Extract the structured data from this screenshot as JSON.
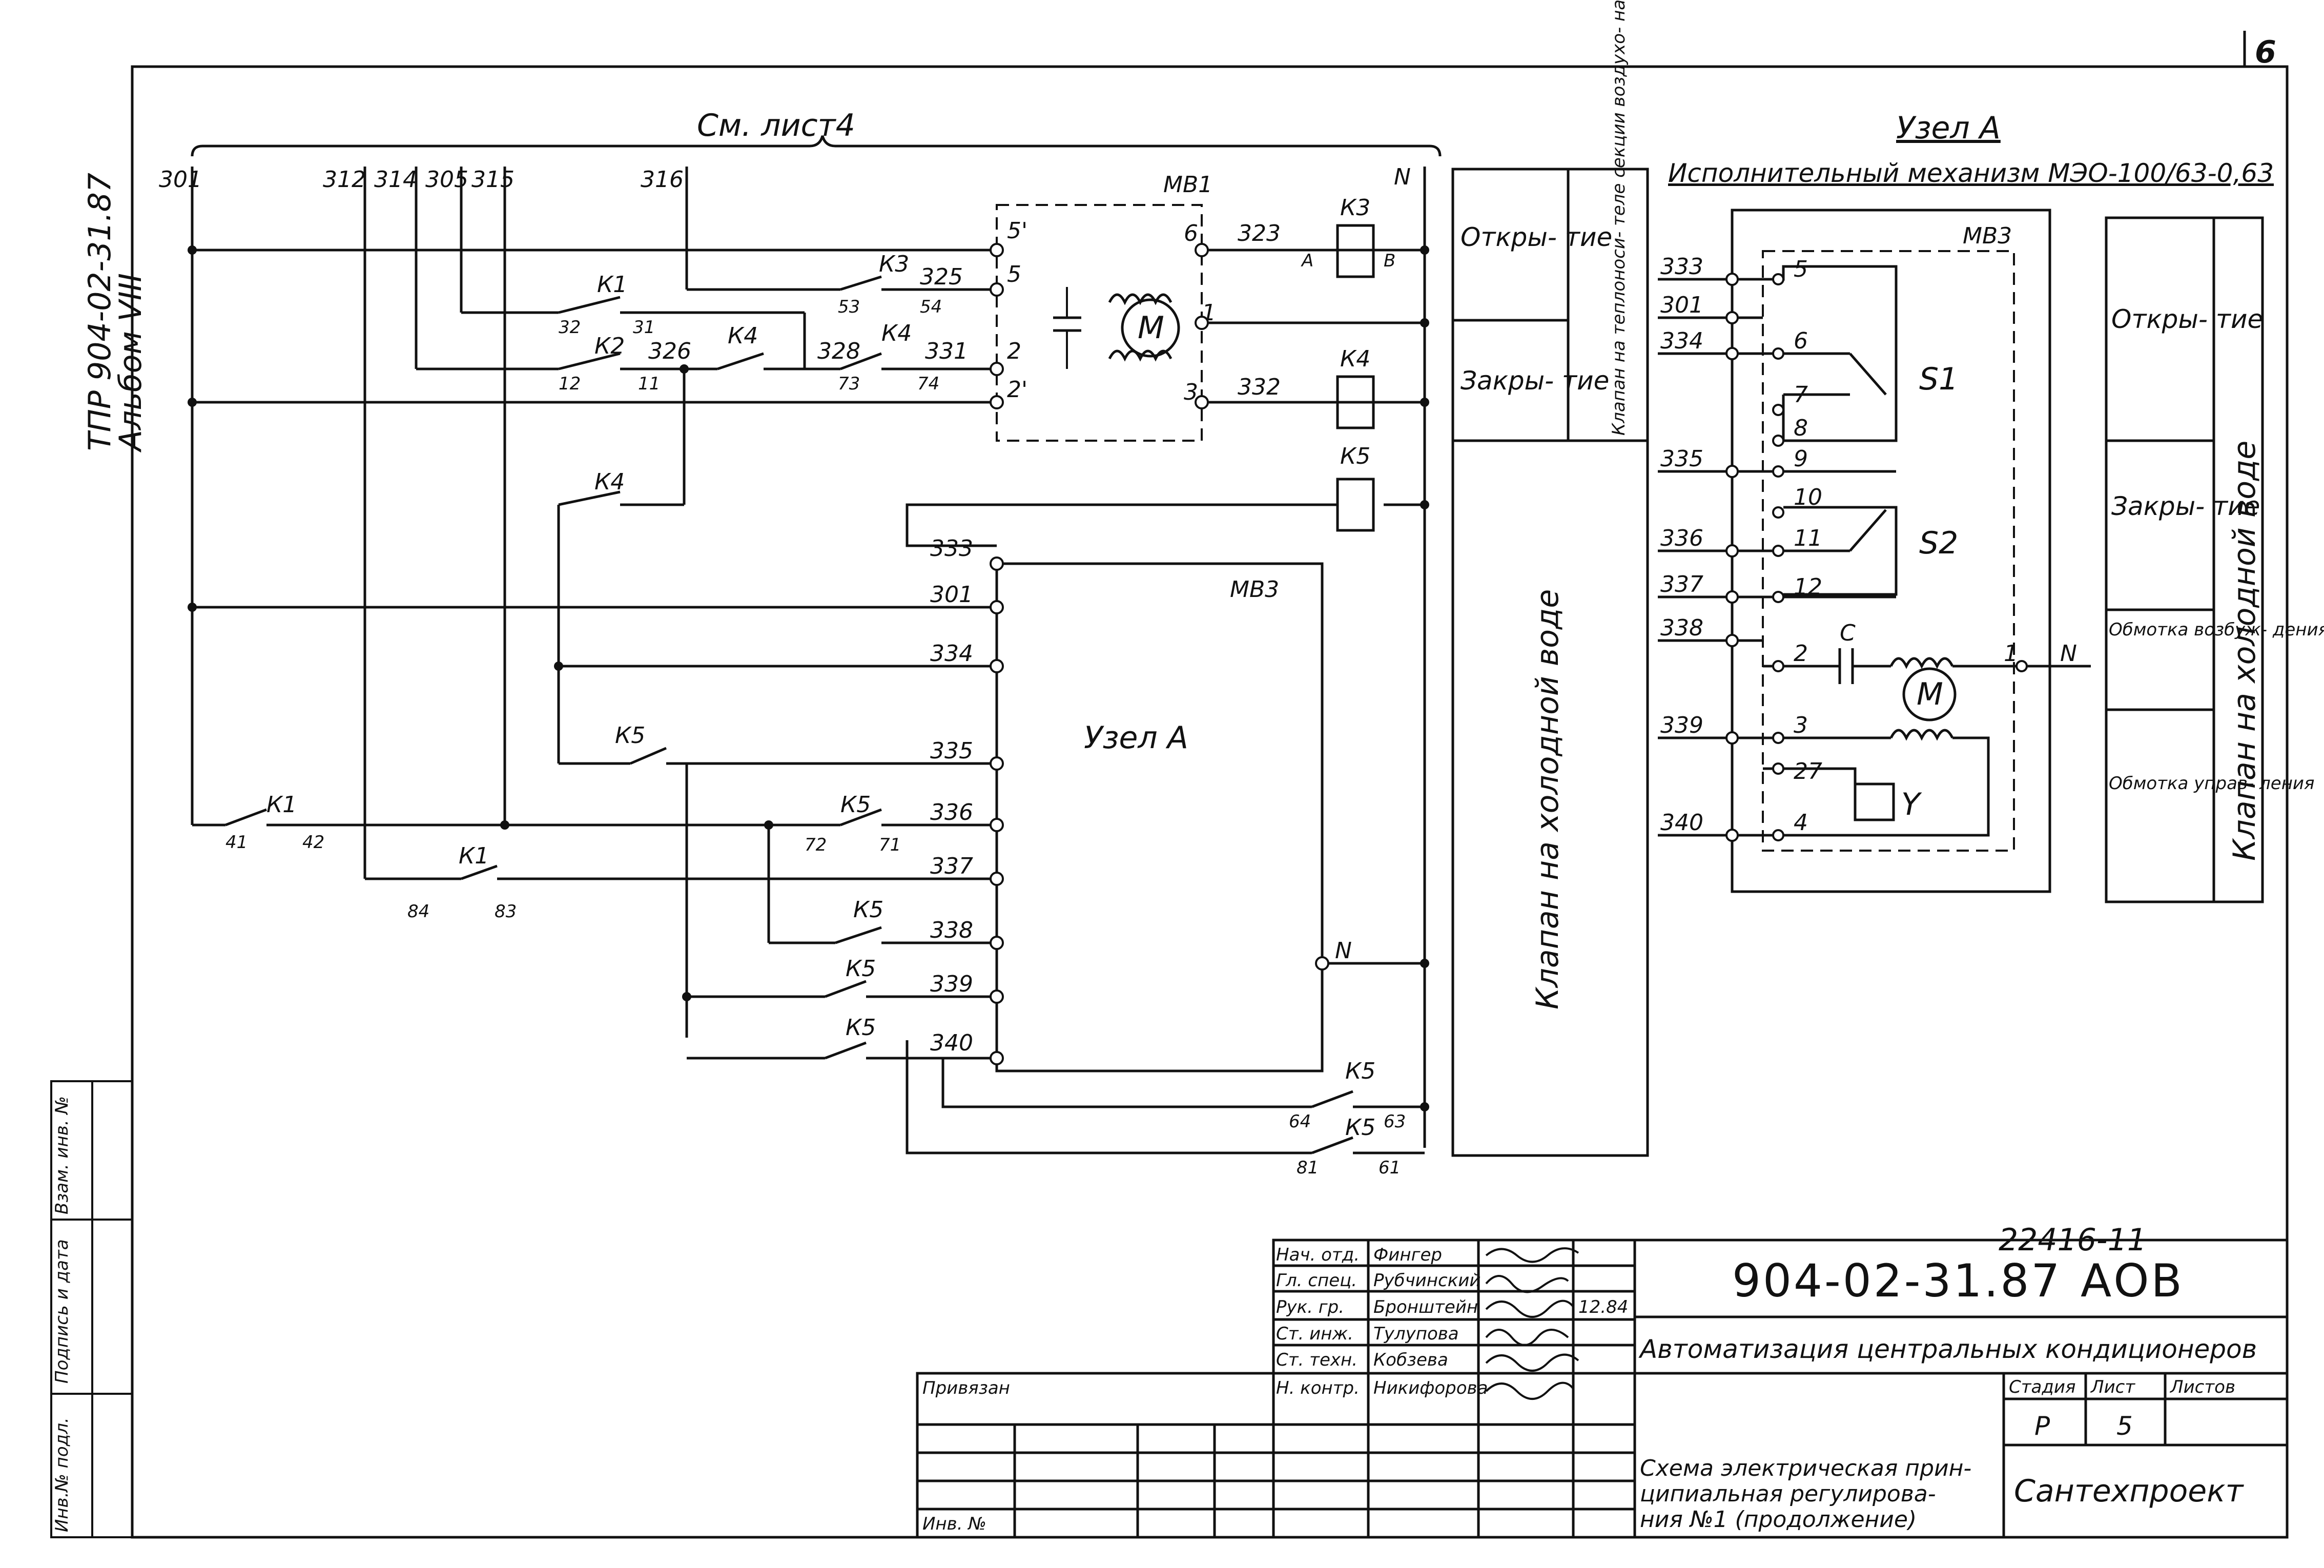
{
  "sheet_number": "6",
  "side_title": {
    "line1": "ТПР 904-02-31.87",
    "line2": "Альбом VIII"
  },
  "left_stamp": [
    "Инв.№ подл.",
    "Подпись и дата",
    "Взам. инв. №"
  ],
  "scheme": {
    "bracket_label": "См. лист4",
    "bus_numbers": [
      "301",
      "312",
      "314",
      "305",
      "315",
      "316",
      "N"
    ],
    "device_mb1": "МВ1",
    "wires_top": [
      "323",
      "325",
      "326",
      "328",
      "331",
      "332"
    ],
    "contacts": [
      "К1",
      "К2",
      "К3",
      "К4",
      "К4",
      "К4",
      "К5",
      "К1",
      "К1",
      "К5",
      "К5",
      "К5",
      "К5",
      "К5",
      "К5"
    ],
    "relays": [
      "К3",
      "К4",
      "К5"
    ],
    "relay_pins": [
      "А",
      "В"
    ],
    "node_wires": [
      "333",
      "301",
      "334",
      "335",
      "336",
      "337",
      "338",
      "339",
      "340"
    ],
    "node_device": "МВ3",
    "node_label": "Узел А",
    "node_N": "N",
    "pin_numbers": [
      "5'",
      "6",
      "5",
      "1",
      "2",
      "2'",
      "3",
      "32",
      "31",
      "12",
      "11",
      "53",
      "54",
      "73",
      "74",
      "41",
      "42",
      "84",
      "83",
      "72",
      "71",
      "64",
      "63",
      "81",
      "61"
    ]
  },
  "middle_table": {
    "rows": [
      "Откры- тие",
      "Закры- тие"
    ],
    "vertical_label_small": "Клапан на теплоноси- теле секции воздухо- нагревателя подогрева",
    "vertical_label_big": "Клапан на холодной воде"
  },
  "node_a": {
    "title": "Узел А",
    "subtitle": "Исполнительный механизм МЭО-100/63-0,63",
    "device": "МВ3",
    "wires": [
      "333",
      "301",
      "334",
      "335",
      "336",
      "337",
      "338",
      "339",
      "340"
    ],
    "pins": [
      "5",
      "6",
      "7",
      "8",
      "9",
      "10",
      "11",
      "12",
      "2",
      "1",
      "3",
      "27",
      "4"
    ],
    "switches": [
      "S1",
      "S2"
    ],
    "capacitor": "C",
    "coil": "Y",
    "neutral": "N"
  },
  "right_table": {
    "rows": [
      "Откры- тие",
      "Закры- тие",
      "Обмотка возбуж- дения",
      "Обмотка управ- ления"
    ],
    "vertical_label": "Клапан на холодной воде"
  },
  "title_block": {
    "archive_number": "22416-11",
    "staff": [
      {
        "role": "Нач. отд.",
        "name": "Фингер"
      },
      {
        "role": "Гл. спец.",
        "name": "Рубчинский"
      },
      {
        "role": "Рук. гр.",
        "name": "Бронштейн"
      },
      {
        "role": "Ст. инж.",
        "name": "Тулупова"
      },
      {
        "role": "Ст. техн.",
        "name": "Кобзева"
      },
      {
        "role": "Н. контр.",
        "name": "Никифорова"
      }
    ],
    "date": "12.84",
    "doc_code": "904-02-31.87",
    "doc_suffix": "АОВ",
    "project_title": "Автоматизация центральных кондиционеров",
    "stage_headers": [
      "Стадия",
      "Лист",
      "Листов"
    ],
    "stage_values": [
      "Р",
      "5",
      ""
    ],
    "sheet_title": [
      "Схема электрическая прин-",
      "ципиальная регулирова-",
      "ния №1 (продолжение)"
    ],
    "organization": "Сантехпроект",
    "privyazan": "Привязан",
    "inv_no": "Инв. №"
  }
}
